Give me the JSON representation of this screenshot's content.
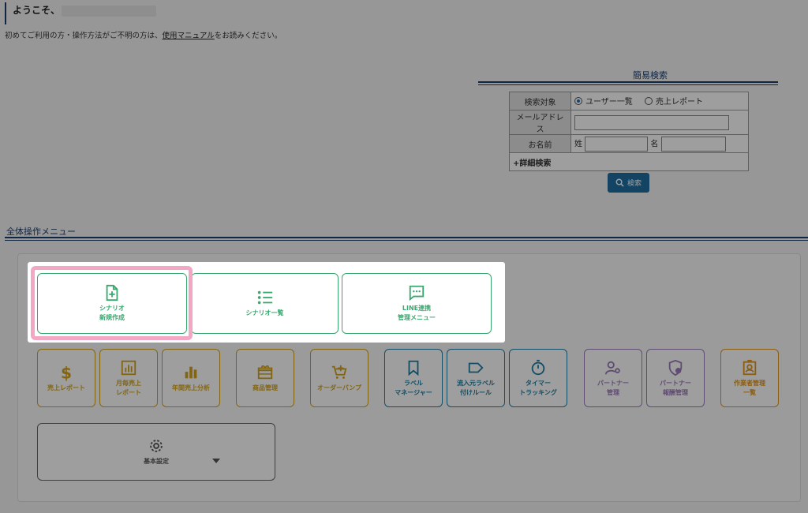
{
  "header": {
    "welcome": "ようこそ、",
    "intro_before": "初めてご利用の方・操作方法がご不明の方は、",
    "intro_link": "使用マニュアル",
    "intro_after": "をお読みください。"
  },
  "quick_search": {
    "title": "簡易検索",
    "target_label": "検索対象",
    "option_users": "ユーザー一覧",
    "option_sales": "売上レポート",
    "email_label": "メールアドレス",
    "name_label": "お名前",
    "last_name": "姓",
    "first_name": "名",
    "advanced": "+詳細検索",
    "search_button": "検索"
  },
  "menu": {
    "title": "全体操作メニュー",
    "highlight_tiles": [
      {
        "label": "シナリオ\n新規作成",
        "icon": "file-plus-icon"
      },
      {
        "label": "シナリオ一覧",
        "icon": "list-icon"
      },
      {
        "label": "LINE連携\n管理メニュー",
        "icon": "chat-bubble-icon"
      }
    ],
    "tiles": [
      {
        "label": "売上レポート",
        "icon": "dollar-icon"
      },
      {
        "label": "月毎売上\nレポート",
        "icon": "bar-chart-icon"
      },
      {
        "label": "年間売上分析",
        "icon": "column-chart-icon"
      },
      {
        "label": "商品管理",
        "icon": "gift-box-icon"
      },
      {
        "label": "オーダーバンプ",
        "icon": "cart-plus-icon"
      },
      {
        "label": "ラベル\nマネージャー",
        "icon": "bookmark-icon"
      },
      {
        "label": "流入元ラベル\n付けルール",
        "icon": "tag-icon"
      },
      {
        "label": "タイマー\nトラッキング",
        "icon": "stopwatch-icon"
      },
      {
        "label": "パートナー\n管理",
        "icon": "user-gear-icon"
      },
      {
        "label": "パートナー\n報酬管理",
        "icon": "shield-user-icon"
      },
      {
        "label": "作業者管理\n一覧",
        "icon": "id-card-icon"
      }
    ],
    "settings": {
      "label": "基本設定",
      "icon": "gear-icon"
    }
  }
}
